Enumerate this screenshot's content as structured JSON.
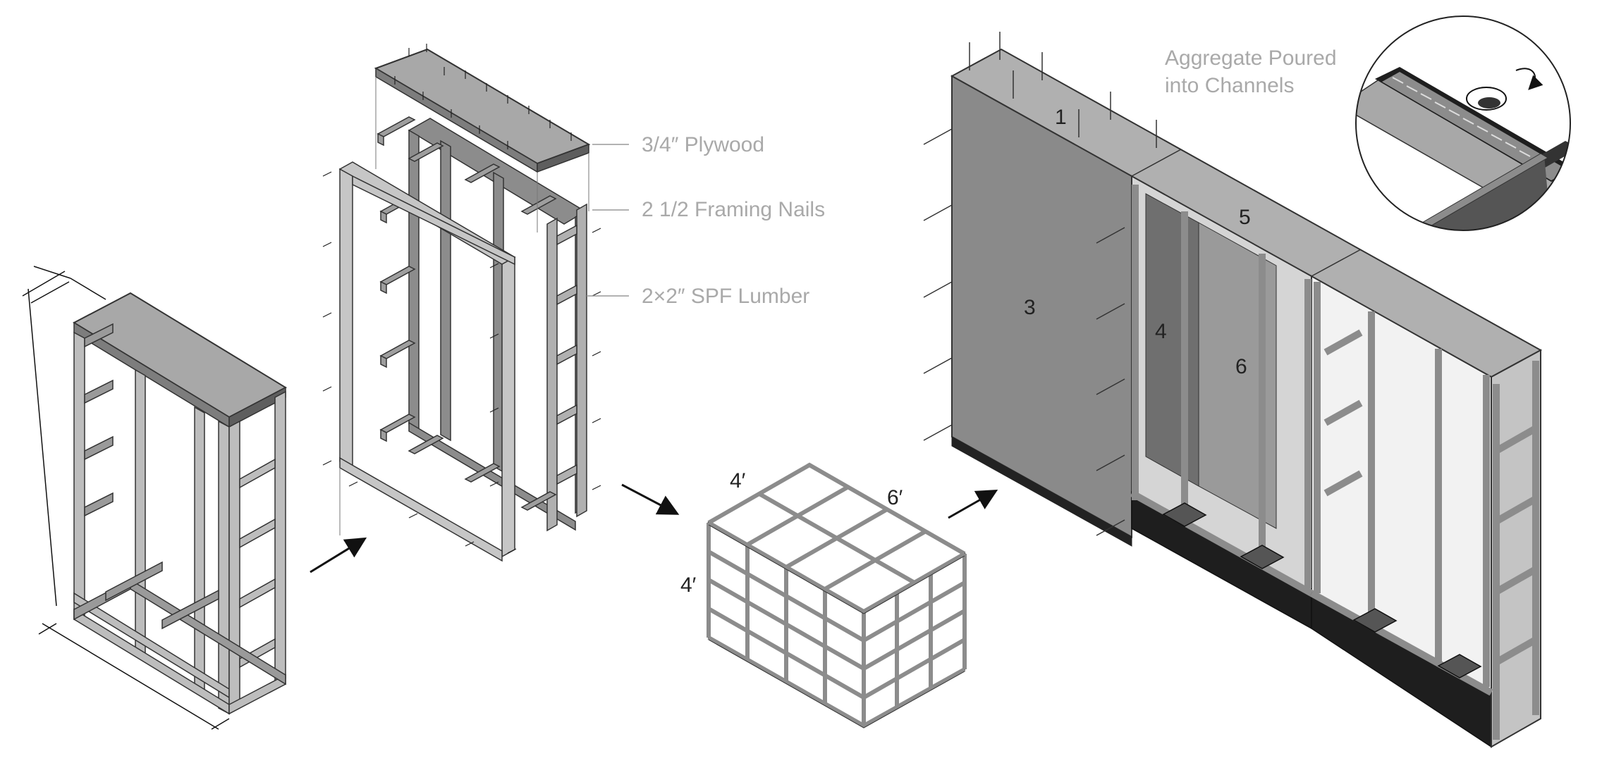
{
  "labels": {
    "plywood": "3/4″ Plywood",
    "nails": "2 1/2 Framing Nails",
    "lumber": "2×2″ SPF Lumber",
    "aggregate_line1": "Aggregate Poured",
    "aggregate_line2": "into Channels"
  },
  "dimensions": {
    "depth": "4′",
    "width": "6′",
    "height": "4′"
  },
  "parts": [
    "1",
    "3",
    "4",
    "5",
    "6"
  ],
  "colors": {
    "frame_light": "#bdbdbd",
    "frame_mid": "#8c8c8c",
    "frame_dark": "#5e5e5e",
    "panel_top": "#a8a8a8",
    "panel_face": "#7d7d7d",
    "base_black": "#1e1e1e",
    "callout_text": "#a9a9a9"
  }
}
